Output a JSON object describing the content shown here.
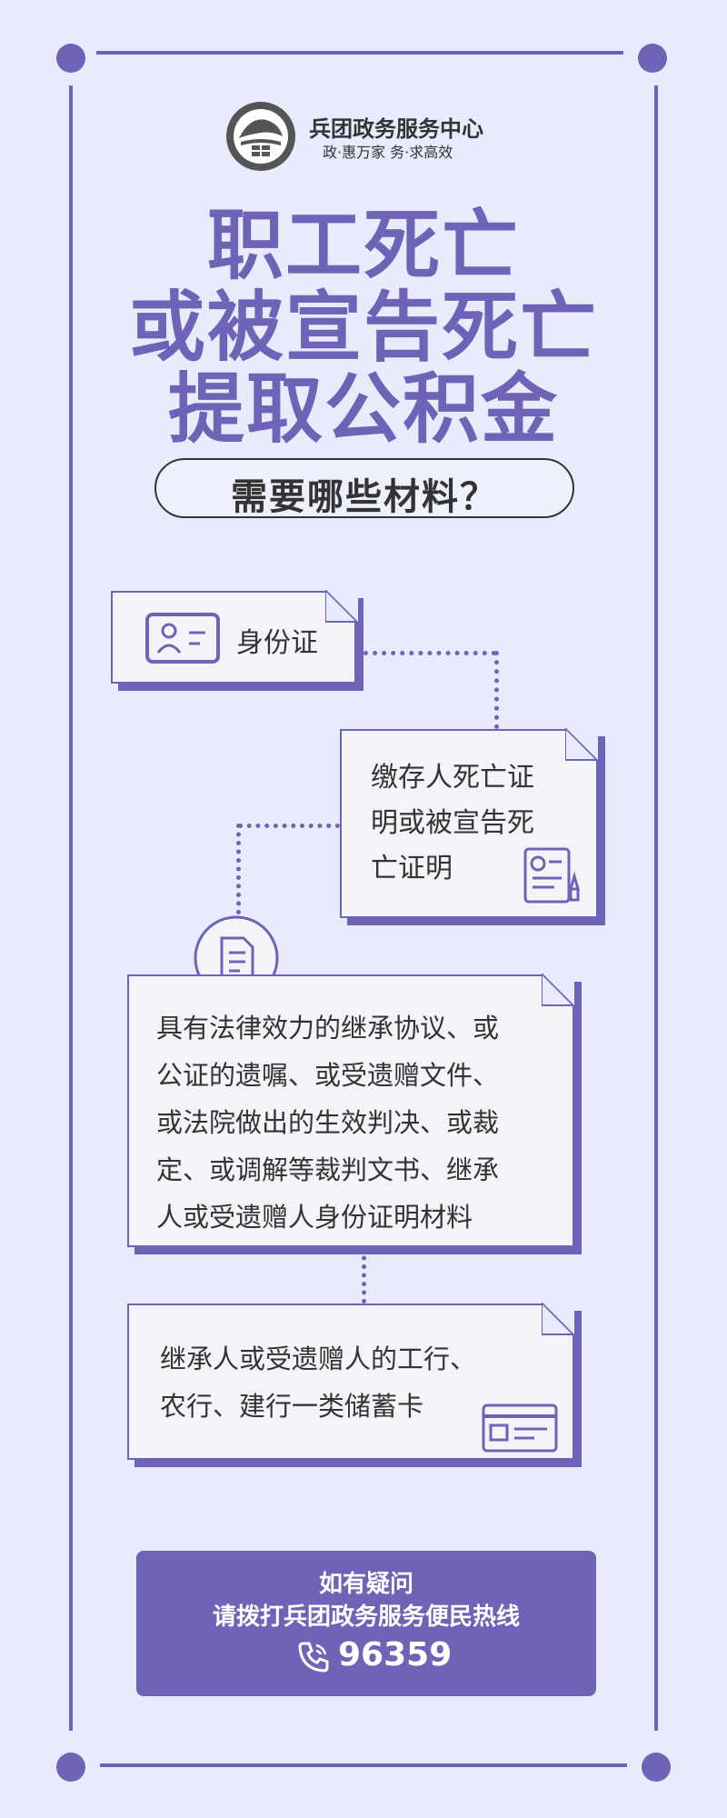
{
  "header": {
    "brand_name": "兵团政务服务中心",
    "slogan": "政·惠万家  务·求高效"
  },
  "title": {
    "line1": "职工死亡",
    "line2": "或被宣告死亡",
    "line3": "提取公积金",
    "question": "需要哪些材料？"
  },
  "materials": {
    "item1": "身份证",
    "item2": [
      "缴存人死亡证",
      "明或被宣告死",
      "亡证明"
    ],
    "item3": [
      "具有法律效力的继承协议、或",
      "公证的遗嘱、或受遗赠文件、",
      "或法院做出的生效判决、或裁",
      "定、或调解等裁判文书、继承",
      "人或受遗赠人身份证明材料"
    ],
    "item4": [
      "继承人或受遗赠人的工行、",
      "农行、建行一类储蓄卡"
    ]
  },
  "hotline": {
    "line1": "如有疑问",
    "line2": "请拨打兵团政务服务便民热线",
    "phone": "96359"
  },
  "colors": {
    "accent": "#6E63B6",
    "background": "#E8EBFB",
    "text": "#333333",
    "card": "#F4F4F8"
  }
}
